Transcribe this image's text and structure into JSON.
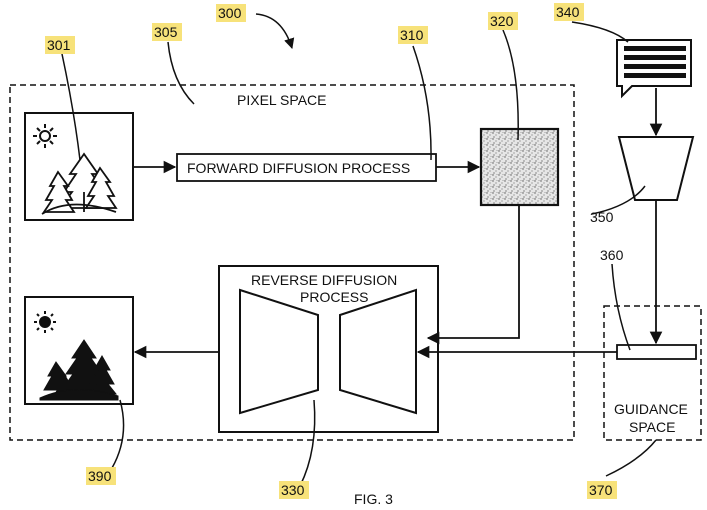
{
  "figure": {
    "caption": "FIG. 3",
    "pixel_space_label": "PIXEL SPACE",
    "forward_label": "FORWARD DIFFUSION PROCESS",
    "reverse_label_line1": "REVERSE DIFFUSION",
    "reverse_label_line2": "PROCESS",
    "guidance_label_line1": "GUIDANCE",
    "guidance_label_line2": "SPACE"
  },
  "refs": {
    "r300": "300",
    "r301": "301",
    "r305": "305",
    "r310": "310",
    "r320": "320",
    "r330": "330",
    "r340": "340",
    "r350": "350",
    "r360": "360",
    "r370": "370",
    "r390": "390"
  },
  "colors": {
    "ref_highlight": "#f7e27a",
    "line": "#111111"
  }
}
